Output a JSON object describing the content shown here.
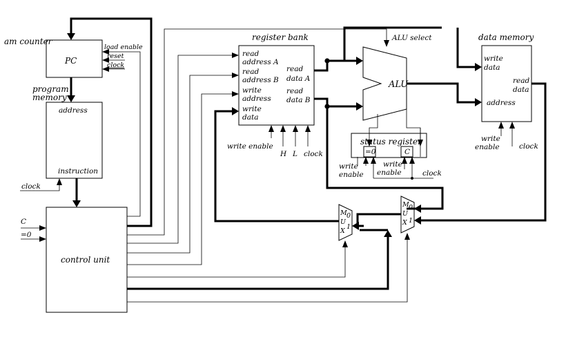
{
  "pc": {
    "title": "am counter",
    "label": "PC",
    "inputs": {
      "load_enable": "load enable",
      "reset": "reset",
      "clock": "clock"
    }
  },
  "program_memory": {
    "title_line1": "program",
    "title_line2": "memory",
    "address": "address",
    "instruction": "instruction",
    "clock": "clock"
  },
  "control_unit": {
    "label": "control unit",
    "input_c": "C",
    "input_zero": "=0"
  },
  "register_bank": {
    "title": "register bank",
    "read_address_a": [
      "read",
      "address A"
    ],
    "read_address_b": [
      "read",
      "address B"
    ],
    "write_address": [
      "write",
      "address"
    ],
    "write_data": [
      "write",
      "data"
    ],
    "read_data_a": [
      "read",
      "data A"
    ],
    "read_data_b": [
      "read",
      "data B"
    ],
    "write_enable": "write enable",
    "h": "H",
    "l": "L",
    "clock": "clock"
  },
  "alu": {
    "label": "ALU",
    "select": "ALU select"
  },
  "status_register": {
    "title": "status register",
    "zero_flag": "=0",
    "carry_flag": "C",
    "write_enable_left": [
      "write",
      "enable"
    ],
    "write_enable_right": [
      "write",
      "enable"
    ],
    "clock": "clock"
  },
  "data_memory": {
    "title": "data memory",
    "write_data": [
      "write",
      "data"
    ],
    "read_data": [
      "read",
      "data"
    ],
    "address": "address",
    "write_enable": [
      "write",
      "enable"
    ],
    "clock": "clock"
  },
  "mux_left": {
    "letters": [
      "M",
      "U",
      "X"
    ],
    "in0": "0",
    "in1": "1"
  },
  "mux_right": {
    "letters": [
      "M",
      "U",
      "X"
    ],
    "in0": "0",
    "in1": "1"
  }
}
